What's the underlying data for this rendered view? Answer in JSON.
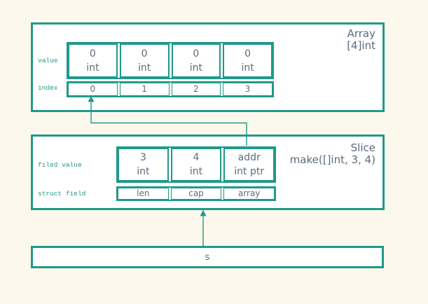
{
  "colors": {
    "accent_teal": "#1f998a",
    "text_gray_blue": "#5a6c7d",
    "canvas_background": "#fdf8ec",
    "box_background": "#ffffff"
  },
  "array": {
    "title": "Array",
    "subtitle": "[4]int",
    "labels": {
      "value": "value",
      "index": "index"
    },
    "value_cells": [
      {
        "value": "0",
        "type": "int"
      },
      {
        "value": "0",
        "type": "int"
      },
      {
        "value": "0",
        "type": "int"
      },
      {
        "value": "0",
        "type": "int"
      }
    ],
    "index_cells": [
      "0",
      "1",
      "2",
      "3"
    ]
  },
  "slice": {
    "title": "Slice",
    "subtitle": "make([]int, 3, 4)",
    "labels": {
      "field_value": "filed value",
      "struct_field": "struct field"
    },
    "field_cells": [
      {
        "value": "3",
        "type": "int"
      },
      {
        "value": "4",
        "type": "int"
      },
      {
        "value": "addr",
        "type": "int ptr"
      }
    ],
    "struct_cells": [
      "len",
      "cap",
      "array"
    ]
  },
  "s_box": {
    "label": "s"
  },
  "connectors": [
    {
      "name": "addr-to-array-index-arrow",
      "from": "slice addr field",
      "to": "array index 0"
    },
    {
      "name": "s-to-slice-arrow",
      "from": "s",
      "to": "slice struct"
    }
  ]
}
